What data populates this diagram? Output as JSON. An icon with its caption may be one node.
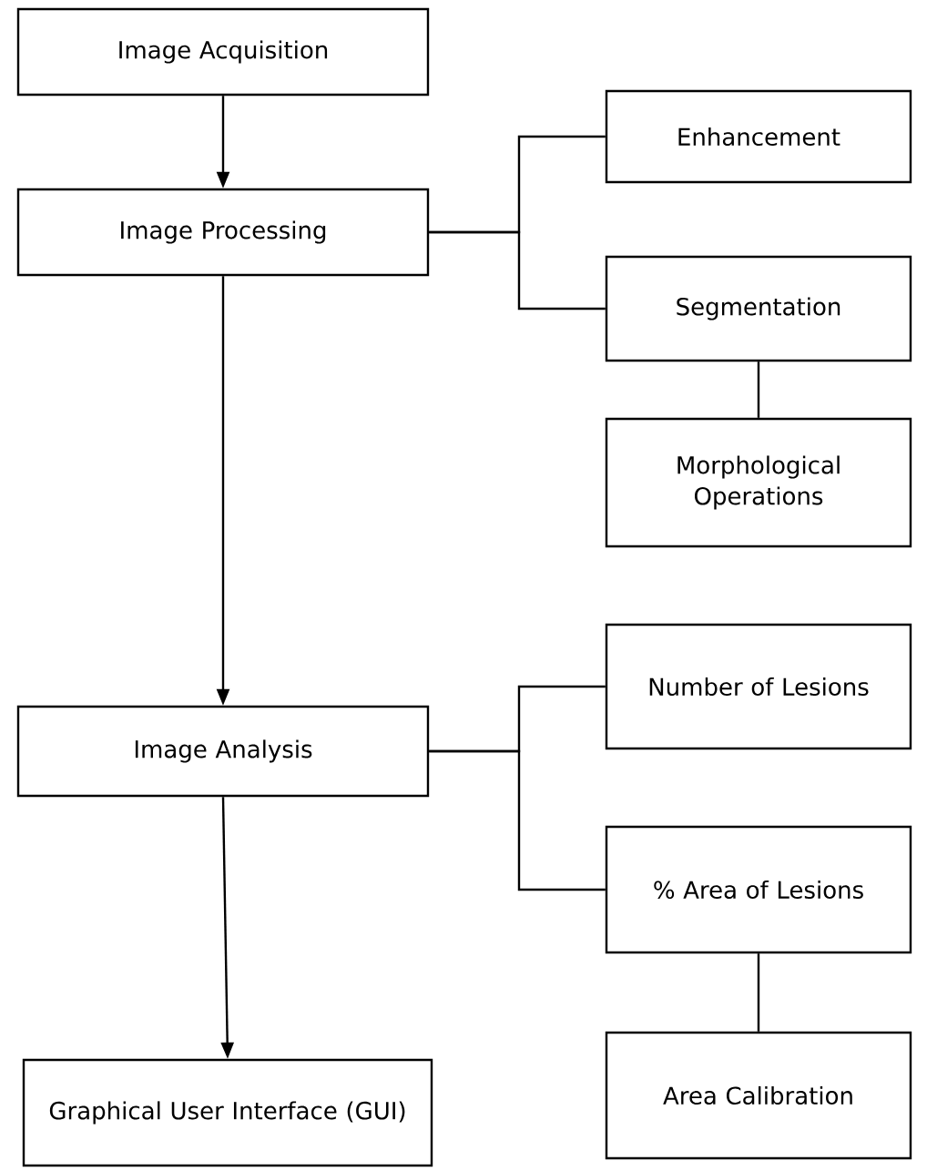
{
  "diagram": {
    "nodes": [
      {
        "text": [
          "Image Acquisition"
        ]
      },
      {
        "text": [
          "Image Processing"
        ]
      },
      {
        "text": [
          "Enhancement"
        ]
      },
      {
        "text": [
          "Segmentation"
        ]
      },
      {
        "text": [
          "Morphological Operations"
        ]
      },
      {
        "text": [
          "Number of Lesions"
        ]
      },
      {
        "text": [
          "Image Analysis"
        ]
      },
      {
        "text": [
          "% Area of Lesions"
        ]
      },
      {
        "text": [
          "Area Calibration"
        ]
      },
      {
        "text": [
          "Graphical User Interface (GUI)"
        ]
      }
    ],
    "edges": [
      {
        "from": 0,
        "to": 1,
        "arrow": "to"
      },
      {
        "from": 1,
        "to": 2,
        "arrow": "none"
      },
      {
        "from": 1,
        "to": 3,
        "arrow": "none"
      },
      {
        "from": 3,
        "to": 4,
        "arrow": "none"
      },
      {
        "from": 1,
        "to": 6,
        "arrow": "to"
      },
      {
        "from": 6,
        "to": 5,
        "arrow": "none"
      },
      {
        "from": 6,
        "to": 7,
        "arrow": "none"
      },
      {
        "from": 7,
        "to": 8,
        "arrow": "none"
      },
      {
        "from": 6,
        "to": 9,
        "arrow": "to"
      }
    ]
  }
}
